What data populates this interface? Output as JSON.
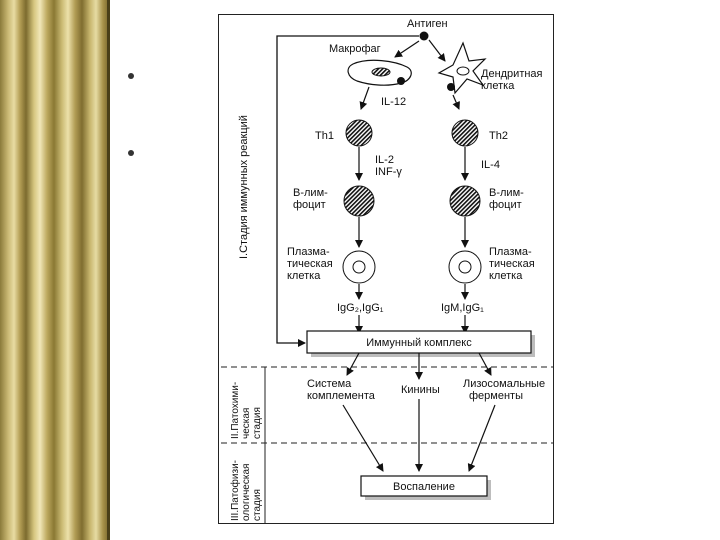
{
  "bullets": [
    "",
    ""
  ],
  "antigen": "Антиген",
  "macrophage": "Макрофаг",
  "dendritic": [
    "Дендритная",
    "клетка"
  ],
  "il12": "IL-12",
  "th1": "Th1",
  "th2": "Th2",
  "il2": "IL-2",
  "infg": "INF-γ",
  "il4": "IL-4",
  "b_left": [
    "В-лим-",
    "фоцит"
  ],
  "b_right": [
    "В-лим-",
    "фоцит"
  ],
  "plasma_left": [
    "Плазма-",
    "тическая",
    "клетка"
  ],
  "plasma_right": [
    "Плазма-",
    "тическая",
    "клетка"
  ],
  "ig_left": "IgG₂,IgG₁",
  "ig_right": "IgM,IgG₁",
  "immune_complex": "Иммунный комплекс",
  "complement": [
    "Система",
    "комплемента"
  ],
  "kinins": "Кинины",
  "lysosomal": [
    "Лизосомальные",
    "ферменты"
  ],
  "inflammation": "Воспаление",
  "stage1": "I.Стадия иммунных реакций",
  "stage2": [
    "II.Патохими-",
    "ческая",
    "стадия"
  ],
  "stage3": [
    "III.Патофизи-",
    "ологическая",
    "стадия"
  ]
}
